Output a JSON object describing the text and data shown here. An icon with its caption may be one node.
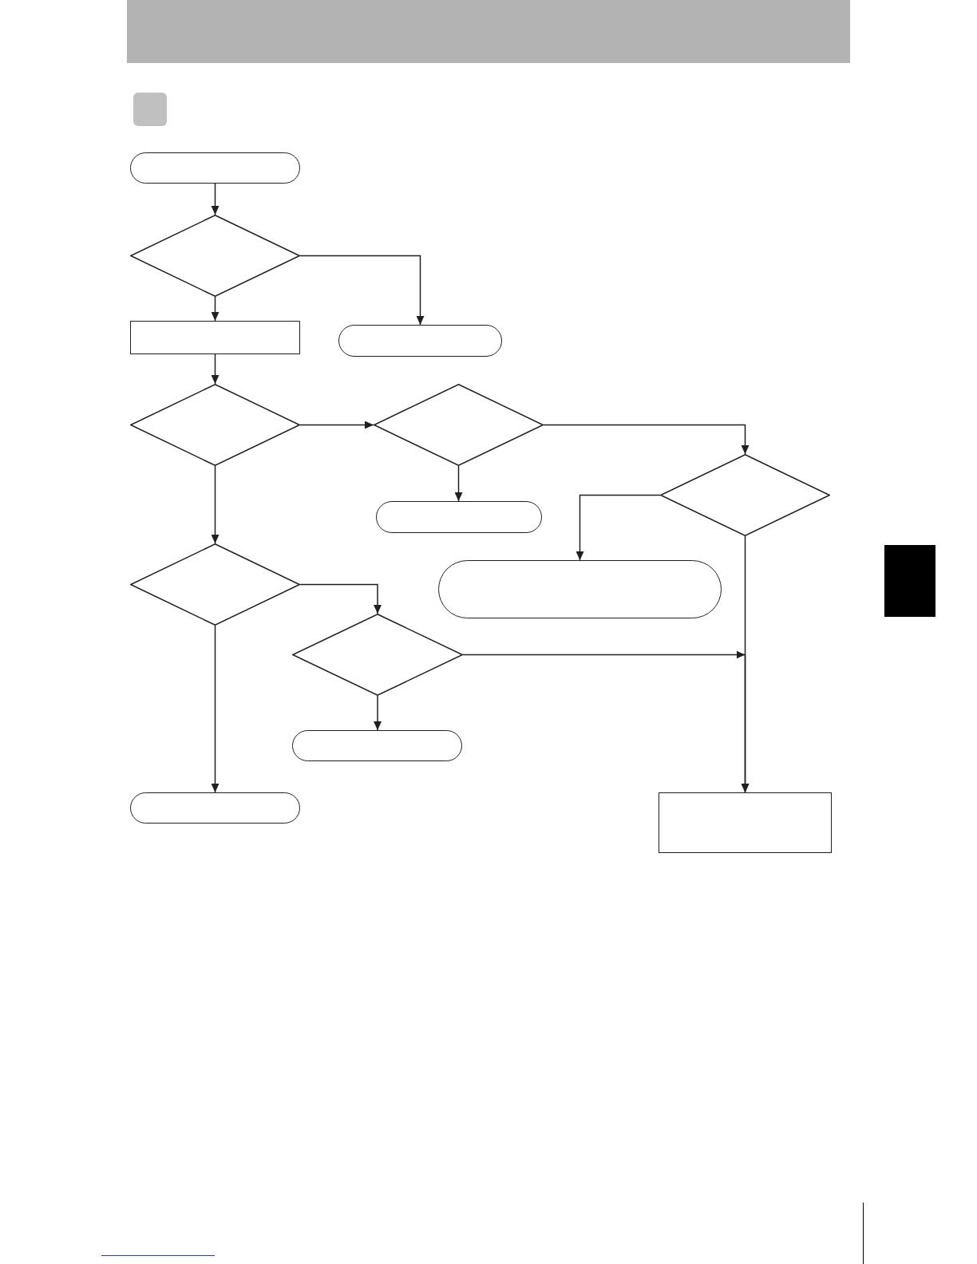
{
  "diagram": {
    "nodes": [
      {
        "text": [],
        "shape": "pill"
      },
      {
        "text": [],
        "shape": "diamond"
      },
      {
        "text": [],
        "shape": "box"
      },
      {
        "text": [],
        "shape": "pill"
      },
      {
        "text": [],
        "shape": "diamond"
      },
      {
        "text": [],
        "shape": "diamond"
      },
      {
        "text": [],
        "shape": "pill"
      },
      {
        "text": [],
        "shape": "diamond"
      },
      {
        "text": [],
        "shape": "diamond"
      },
      {
        "text": [],
        "shape": "pill"
      },
      {
        "text": [],
        "shape": "diamond"
      },
      {
        "text": [],
        "shape": "pill"
      },
      {
        "text": [],
        "shape": "pill"
      },
      {
        "text": [],
        "shape": "box"
      },
      {
        "text": [],
        "shape": "bar"
      }
    ],
    "edges": [
      {
        "from": 0,
        "to": 1,
        "arrow": "to"
      },
      {
        "from": 1,
        "to": 2,
        "arrow": "to"
      },
      {
        "from": 1,
        "to": 3,
        "arrow": "to"
      },
      {
        "from": 2,
        "to": 4,
        "arrow": "to"
      },
      {
        "from": 4,
        "to": 5,
        "arrow": "to"
      },
      {
        "from": 5,
        "to": 6,
        "arrow": "to"
      },
      {
        "from": 5,
        "to": 7,
        "arrow": "to"
      },
      {
        "from": 4,
        "to": 8,
        "arrow": "to"
      },
      {
        "from": 7,
        "to": 9,
        "arrow": "to"
      },
      {
        "from": 7,
        "to": 13,
        "arrow": "to"
      },
      {
        "from": 8,
        "to": 10,
        "arrow": "to"
      },
      {
        "from": 10,
        "to": 13,
        "arrow": "to"
      },
      {
        "from": 10,
        "to": 11,
        "arrow": "to"
      },
      {
        "from": 8,
        "to": 12,
        "arrow": "to"
      }
    ]
  }
}
